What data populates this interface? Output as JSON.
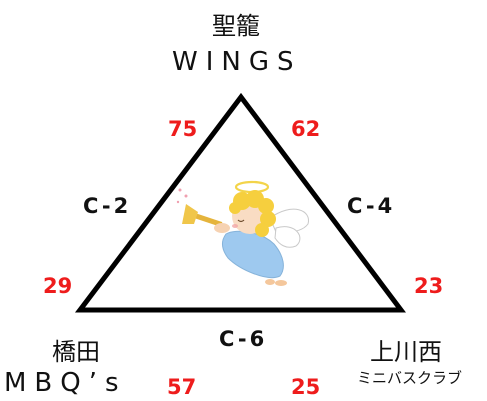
{
  "teams": {
    "top": {
      "name": "聖籠",
      "sub": "WINGS"
    },
    "left": {
      "name": "橋田",
      "sub": "MBQ’s"
    },
    "right": {
      "name": "上川西",
      "sub": "ミニバスクラブ"
    }
  },
  "matches": [
    {
      "label": "C-2",
      "score_a": "75",
      "score_b": "29"
    },
    {
      "label": "C-4",
      "score_a": "62",
      "score_b": "23"
    },
    {
      "label": "C-6",
      "score_a": "57",
      "score_b": "25"
    }
  ],
  "colors": {
    "score": "#ee1c1c",
    "line": "#000000",
    "text": "#111111"
  },
  "illustration": "angel-trumpet-icon"
}
